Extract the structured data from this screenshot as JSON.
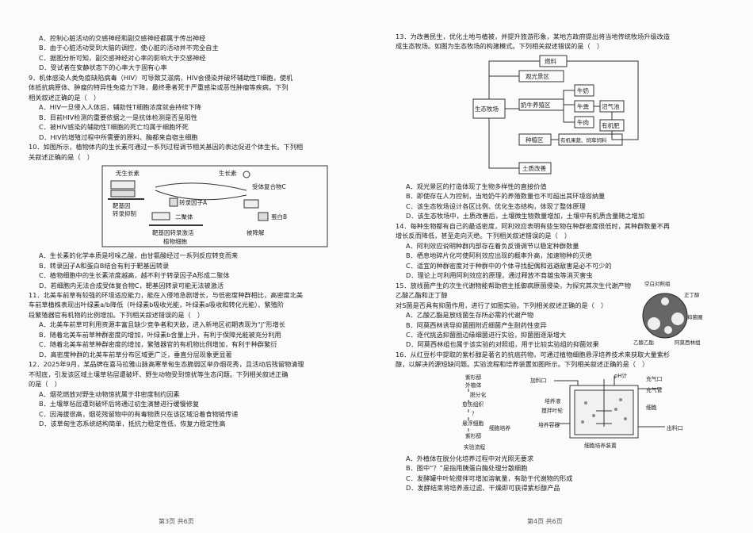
{
  "left": {
    "q8_opts": [
      "A．控制心脏活动的交感神经和副交感神经都属于传出神经",
      "B．由于心脏活动受到大脑的调控，使心脏的活动并不完全自主",
      "C．据图分析可知，副交感神经对心率的影响大于交感神经",
      "D．受试者在安静状态下的心率大于固有心率"
    ],
    "q9_lines": [
      "9．机体感染人类免疫缺陷病毒（HIV）可导致艾滋病，HIV会侵染并破坏辅助性T细胞，使机",
      "体抵抗病原体、肿瘤的特异性免疫力下降，最终患者死于严重感染或恶性肿瘤等疾病。下列",
      "相关叙述正确的是（　）"
    ],
    "q9_opts": [
      "A．HIV一旦侵入人体后，辅助性T细胞浓度就会持续下降",
      "B．目前HIV检测的重要依据之一是抗体检测是否呈阳性",
      "C．被HIV感染的辅助性T细胞的死亡均属于细胞坏死",
      "D．HIV的增殖过程中所需要的原料、酶都来自宿主细胞"
    ],
    "q10_lines": [
      "10．如图所示，植物体内的生长素可通过一系列过程调节相关基因的表达促进个体生长。下列相",
      "关叙述正确的是（　）"
    ],
    "fig10": {
      "label_no_auxin": "无生长素",
      "label_auxin": "生长素",
      "label_target_gene": "靶基因",
      "label_inhibited": "转录抑制",
      "label_receptor": "受体复合物C",
      "label_factor_a": "转录因子A",
      "label_dimer": "二聚体",
      "label_protein_b": "蛋白B",
      "label_degraded": "被降解",
      "label_activated": "靶基因转录激活",
      "label_cell": "植物细胞"
    },
    "q10_opts": [
      "A．生长素的化学本质是吲哚乙酸，由甘氨酸经过一系列反应转变而来",
      "B．转录因子A和蛋白B结合有利于靶基因转录",
      "C．植物细胞中的生长素浓度越高，越不利于转录因子A形成二聚体",
      "D．若细胞内无法合成受体复合物C，靶基因转录可能无法被激活"
    ],
    "q11_lines": [
      "11．北美车前草有较强的环境适应能力，能在入侵地急剧增长，与低密度种群相比，高密度北美",
      "车前草植株表现出叶绿素a/b降低（叶绿素b吸收光能，叶绿素a吸收和转化光能）、繁殖阶",
      "段繁殖器官有机物的比例增加。下列相关叙述错误的是（　）"
    ],
    "q11_opts": [
      "A．北美车前草可利用资源丰富且缺少竞争者和天敌，进入新地区初期表现为“J”形增长",
      "B．随着北美车前草种群密度的增加，叶绿素b含量上升，有利于保障光能被充分利用",
      "C．随着北美车前草种群密度的增加，繁殖器官的有机物比例增加，有利于种群繁衍",
      "D．高密度种群的北美车前草分布区域更广泛，垂直分层现象更显著"
    ],
    "q12_lines": [
      "12．2025年9月，某品牌在喜马拉雅山脉高寒草甸生态脆弱区举办烟花秀，且活动后残留物清理",
      "不彻底，引发该区域土壤草毡层遭破坏、野生动物受到惊扰等生态问题。下列相关叙述正确",
      "的是（　）"
    ],
    "q12_opts": [
      "A．烟花燃放对野生动物惊扰属于非密度制约因素",
      "B．土壤草毡层遭到破坏后将通过初生演替进行缓慢修复",
      "C．因海拔很高，烟花残留物中的有毒物质只在该区域沿着食物链传递",
      "D．该草甸生态系统结构简单，抵抗力稳定性低，恢复力稳定性高"
    ],
    "footer": "第3页 共6页"
  },
  "right": {
    "q13_lines": [
      "13．为改善民生，优化土地与植被，并提升旅游形象，某地方政府提出将当地传统牧场升级改造",
      "成生态牧场。如图为生态牧场的构建模式。下列相关叙述错误的是（　）"
    ],
    "fig13": {
      "fuel": "燃料",
      "eco_ranch": "生态牧场",
      "tour": "观光景区",
      "dairy": "奶牛养殖区",
      "cow": "牛奶",
      "dung": "牛粪",
      "biogas": "沼气池",
      "beef": "牛肉",
      "fert": "有机肥",
      "plant": "种植区",
      "fert_out": "有机果蔬、饲草饲料",
      "special": "土质改善"
    },
    "q13_opts": [
      "A．观光景区的打造体现了生物多样性的直接价值",
      "B．即使存在人为控制，当地奶牛的养殖数量也不可超出其环境容纳量",
      "C．该生态牧场设计各区比例、优化生态结构，体现了整体原理",
      "D．该生态牧场中，土质改善后，土壤微生物数量增加，土壤中有机质含量随之增加"
    ],
    "q14_lines": [
      "14．每种生物都有自己的最适密度，阿利效应表明有些生物在种群密度很低时，其种群数量不再",
      "增长反而降低，甚至走向灭绝。下列相关叙述错误的是（　）"
    ],
    "q14_opts": [
      "A．阿利效应说明种群内部存在着负反馈调节以稳定种群数量",
      "B．栖息地碎片化可使阿利效应出现的概率升高，加速物种的灭绝",
      "C．适宜的种群密度对于种群中的个体寻找配偶和逃避敌害是必不可少的",
      "D．理论上可利用阿利效应的原理，通过释放不育雄虫等消灭害虫"
    ],
    "q15_lines": [
      "15．放线菌产生的次生代谢物能帮助宿主抵御病原菌侵染，为探究其次生代谢产物乙酸乙酯和正丁醇",
      "对S菌是否具有抑菌作用，进行了如图实验。下列相关叙述正确的是（　）"
    ],
    "fig15": {
      "blank": "空白对照组",
      "butanol": "正丁醇",
      "inhibit": "抑菌圈",
      "ethyl": "乙酸乙酯",
      "amox": "阿莫西林组"
    },
    "q15_opts": [
      "A．乙酸乙酯是放线菌生存所必需的代谢产物",
      "B．阿莫西林诱导抑菌圈附近细菌产生耐药性变异",
      "C．逐代挑选抑菌圈边缘细菌进行实验，抑菌圈逐渐增大",
      "D．阿莫西林组也属于该实验的对照组，用于比较实验组的抑菌效果"
    ],
    "q16_lines": [
      "16．从红豆杉中提取的紫杉醇是著名的抗癌药物，可通过植物细胞悬浮培养技术来获取大量紫杉",
      "醇，以解决药源短缺问题。实验流程和培养装置如图所示。下列相关叙述正确的是（　）"
    ],
    "fig16": {
      "yew": "紫杉醇",
      "explant": "外植体",
      "dediff": "脱分化",
      "callus": "愈伤组织",
      "q": "？",
      "cells": "悬浮细胞",
      "culture": "细胞培养",
      "product": "紫杉醇",
      "flow": "实验流程",
      "inlet": "加料口",
      "ph": "pH计",
      "air_out": "充气口",
      "air_tube": "充气管",
      "medium": "培养液",
      "stir": "搅拌叶轮",
      "cells2": "细胞",
      "vessel": "培养容器",
      "outlet": "出料口",
      "device": "细胞培养装置"
    },
    "q16_opts": [
      "A．外植体在脱分化培养过程中对光照无要求",
      "B．图中“？”是指用胰蛋白酶处理分散细胞",
      "C．发酵罐中叶轮搅拌可增加溶氧量，有助于代谢物的形成",
      "D．发酵结束将培养液过滤、干燥即可获得紫杉醇产品"
    ],
    "footer": "第4页 共6页"
  }
}
